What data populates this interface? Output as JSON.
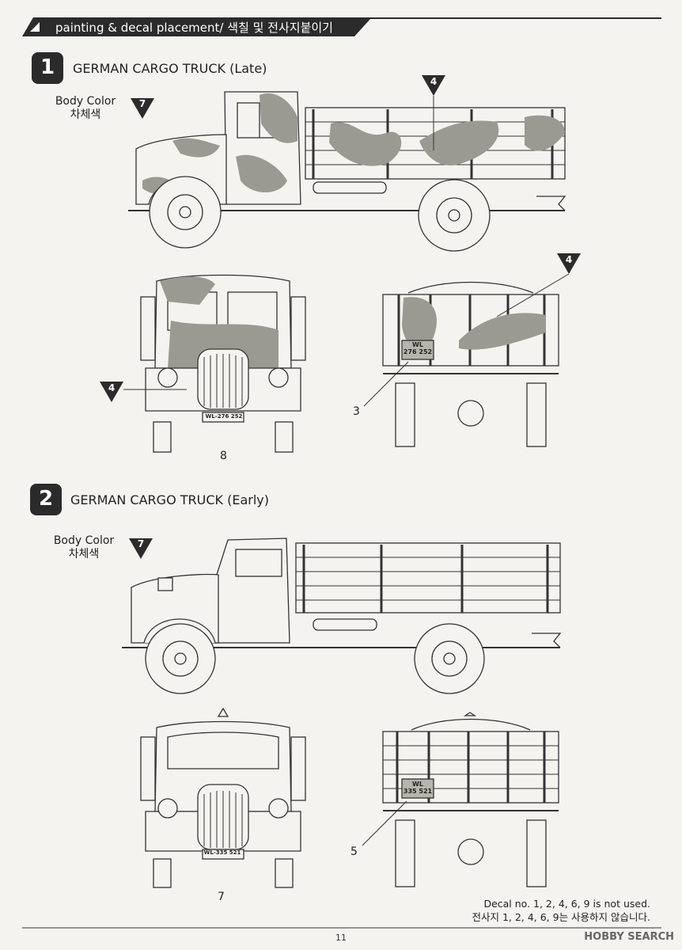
{
  "header": {
    "title": "painting & decal placement/ 색칠 및 전사지붙이기"
  },
  "sections": [
    {
      "number": "1",
      "title": "GERMAN CARGO TRUCK (Late)",
      "body_color_label": "Body Color",
      "body_color_label_ko": "차체색",
      "body_color_code": "7",
      "callouts": {
        "side_camo": "4",
        "front_camo": "4",
        "rear_camo": "4",
        "front_plate_decal": "8",
        "rear_plate_decal": "3"
      },
      "plates": {
        "front": "WL-276 252",
        "rear_line1": "WL",
        "rear_line2": "276 252"
      }
    },
    {
      "number": "2",
      "title": "GERMAN CARGO TRUCK (Early)",
      "body_color_label": "Body Color",
      "body_color_label_ko": "차체색",
      "body_color_code": "7",
      "callouts": {
        "front_plate_decal": "7",
        "rear_plate_decal": "5"
      },
      "plates": {
        "front": "WL-335 521",
        "rear_line1": "WL",
        "rear_line2": "335 521"
      }
    }
  ],
  "footnote": {
    "en": "Decal no. 1, 2, 4, 6, 9 is not used.",
    "ko": "전사지 1, 2, 4, 6, 9는 사용하지 않습니다."
  },
  "page_number": "11",
  "watermark": "HOBBY SEARCH",
  "colors": {
    "header_bg": "#2b2b2b",
    "camo_gray": "#9a9a92",
    "line": "#333333",
    "paper": "#f4f3ef"
  }
}
